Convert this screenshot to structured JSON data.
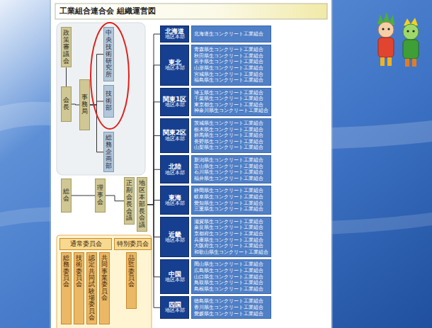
{
  "diagram": {
    "title": "工業組合連合会 組織運営図",
    "nodes": [
      {
        "text": [
          "政策審議会"
        ]
      },
      {
        "text": [
          "会長"
        ]
      },
      {
        "text": [
          "事務局"
        ]
      },
      {
        "text": [
          "中央技術研究所"
        ]
      },
      {
        "text": [
          "技術部"
        ]
      },
      {
        "text": [
          "総務企画部"
        ]
      },
      {
        "text": [
          "総会"
        ]
      },
      {
        "text": [
          "理事会"
        ]
      },
      {
        "text": [
          "正副会長会議"
        ]
      },
      {
        "text": [
          "地区本部長会議"
        ]
      },
      {
        "text": [
          "通常委員会"
        ]
      },
      {
        "text": [
          "総務委員会"
        ]
      },
      {
        "text": [
          "技術委員会"
        ]
      },
      {
        "text": [
          "認定共同試験場委員会"
        ]
      },
      {
        "text": [
          "共同事業委員会"
        ]
      },
      {
        "text": [
          "特別委員会"
        ]
      },
      {
        "text": [
          "品監委員会"
        ]
      },
      {
        "text": [
          "北海道",
          "地区本部"
        ]
      },
      {
        "text": [
          "北海道生コンクリート工業組合"
        ]
      },
      {
        "text": [
          "東北",
          "地区本部"
        ]
      },
      {
        "text": [
          "青森県生コンクリート工業組合",
          "秋田県生コンクリート工業組合",
          "岩手県生コンクリート工業組合",
          "山形県生コンクリート工業組合",
          "宮城県生コンクリート工業組合",
          "福島県生コンクリート工業組合"
        ]
      },
      {
        "text": [
          "関東1区",
          "地区本部"
        ]
      },
      {
        "text": [
          "埼玉県生コンクリート工業組合",
          "千葉県生コンクリート工業組合",
          "東京都生コンクリート工業組合",
          "神奈川県生コンクリート工業組合"
        ]
      },
      {
        "text": [
          "関東2区",
          "地区本部"
        ]
      },
      {
        "text": [
          "茨城県生コンクリート工業組合",
          "栃木県生コンクリート工業組合",
          "群馬県生コンクリート工業組合",
          "長野県生コンクリート工業組合",
          "山梨県生コンクリート工業組合"
        ]
      },
      {
        "text": [
          "北陸",
          "地区本部"
        ]
      },
      {
        "text": [
          "新潟県生コンクリート工業組合",
          "富山県生コンクリート工業組合",
          "石川県生コンクリート工業組合",
          "福井県生コンクリート工業組合"
        ]
      },
      {
        "text": [
          "東海",
          "地区本部"
        ]
      },
      {
        "text": [
          "静岡県生コンクリート工業組合",
          "岐阜県生コンクリート工業組合",
          "愛知県生コンクリート工業組合",
          "三重県生コンクリート工業組合"
        ]
      },
      {
        "text": [
          "近畿",
          "地区本部"
        ]
      },
      {
        "text": [
          "滋賀県生コンクリート工業組合",
          "奈良県生コンクリート工業組合",
          "京都府生コンクリート工業組合",
          "兵庫県生コンクリート工業組合",
          "大阪府生コンクリート工業組合",
          "和歌山県生コンクリート工業組合"
        ]
      },
      {
        "text": [
          "中国",
          "地区本部"
        ]
      },
      {
        "text": [
          "岡山県生コンクリート工業組合",
          "広島県生コンクリート工業組合",
          "山口県生コンクリート工業組合",
          "鳥取県生コンクリート工業組合",
          "島根県生コンクリート工業組合"
        ]
      },
      {
        "text": [
          "四国",
          "地区本部"
        ]
      },
      {
        "text": [
          "徳島県生コンクリート工業組合",
          "香川県生コンクリート工業組合",
          "愛媛県生コンクリート工業組合"
        ]
      }
    ],
    "edges": [
      {
        "from": 0,
        "to": 1,
        "arrow": "none"
      },
      {
        "from": 1,
        "to": 2,
        "arrow": "none"
      },
      {
        "from": 2,
        "to": 3,
        "arrow": "none"
      },
      {
        "from": 2,
        "to": 4,
        "arrow": "none"
      },
      {
        "from": 2,
        "to": 5,
        "arrow": "none"
      },
      {
        "from": 6,
        "to": 7,
        "arrow": "none"
      },
      {
        "from": 7,
        "to": 8,
        "arrow": "none"
      },
      {
        "from": 9,
        "to": 17,
        "arrow": "none"
      },
      {
        "from": 9,
        "to": 19,
        "arrow": "none"
      },
      {
        "from": 9,
        "to": 21,
        "arrow": "none"
      },
      {
        "from": 9,
        "to": 23,
        "arrow": "none"
      },
      {
        "from": 9,
        "to": 25,
        "arrow": "none"
      },
      {
        "from": 9,
        "to": 27,
        "arrow": "none"
      },
      {
        "from": 9,
        "to": 29,
        "arrow": "none"
      },
      {
        "from": 9,
        "to": 31,
        "arrow": "none"
      },
      {
        "from": 9,
        "to": 33,
        "arrow": "none"
      }
    ]
  }
}
